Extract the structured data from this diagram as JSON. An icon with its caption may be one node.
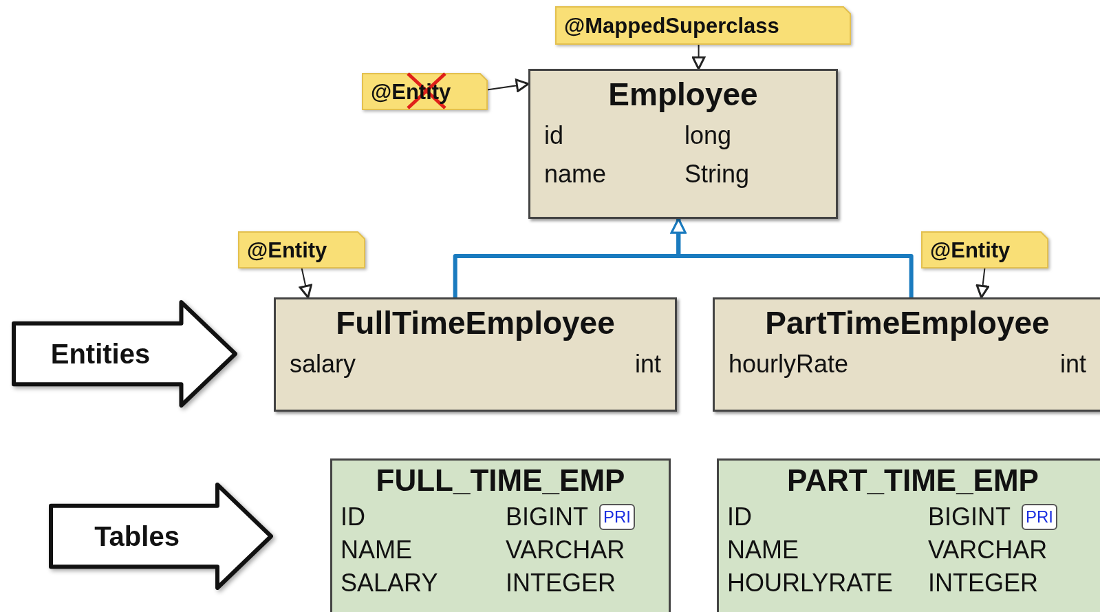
{
  "diagram": {
    "nodes": [
      {
        "text": [
          "@MappedSuperclass"
        ]
      },
      {
        "text": [
          "@Entity"
        ]
      },
      {
        "text": [
          "Employee",
          "id",
          "long",
          "name",
          "String"
        ]
      },
      {
        "text": [
          "@Entity"
        ]
      },
      {
        "text": [
          "@Entity"
        ]
      },
      {
        "text": [
          "Entities"
        ]
      },
      {
        "text": [
          "FullTimeEmployee",
          "salary",
          "int"
        ]
      },
      {
        "text": [
          "PartTimeEmployee",
          "hourlyRate",
          "int"
        ]
      },
      {
        "text": [
          "Tables"
        ]
      },
      {
        "text": [
          "FULL_TIME_EMP",
          "ID",
          "BIGINT",
          "PRI",
          "NAME",
          "VARCHAR",
          "SALARY",
          "INTEGER"
        ]
      },
      {
        "text": [
          "PART_TIME_EMP",
          "ID",
          "BIGINT",
          "PRI",
          "NAME",
          "VARCHAR",
          "HOURLYRATE",
          "INTEGER"
        ]
      }
    ],
    "edges": [
      {
        "from": 0,
        "to": 2,
        "arrow": "to"
      },
      {
        "from": 1,
        "to": 2,
        "arrow": "to"
      },
      {
        "from": 3,
        "to": 6,
        "arrow": "to"
      },
      {
        "from": 4,
        "to": 7,
        "arrow": "to"
      },
      {
        "from": 6,
        "to": 2,
        "arrow": "to",
        "style": "thick",
        "color": "#1a7bbf"
      },
      {
        "from": 7,
        "to": 2,
        "arrow": "to",
        "style": "thick",
        "color": "#1a7bbf"
      }
    ]
  }
}
